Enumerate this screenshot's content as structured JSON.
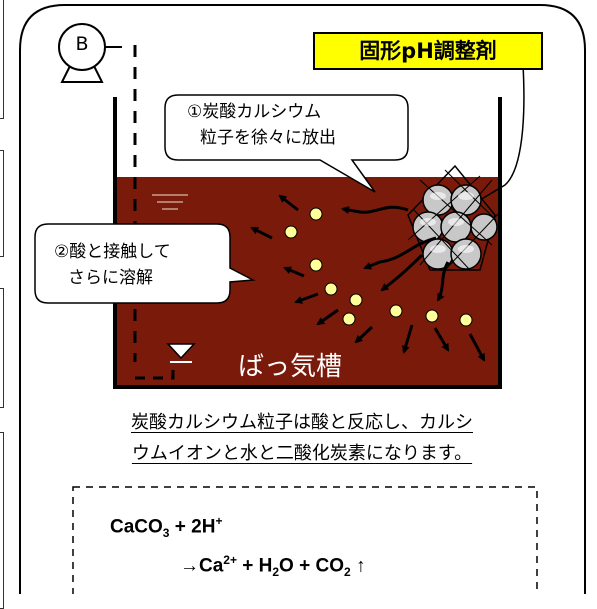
{
  "header": {
    "blower_letter": "B",
    "chemical_label": "固形pH調整剤"
  },
  "callouts": {
    "step1": {
      "line1": "①炭酸カルシウム",
      "line2": "粒子を徐々に放出"
    },
    "step2": {
      "line1": "②酸と接触して",
      "line2": "さらに溶解"
    }
  },
  "tank": {
    "label": "ばっ気槽",
    "liquid_color": "#7a1a0a"
  },
  "caption": {
    "line1": "炭酸カルシウム粒子は酸と反応し、カルシ",
    "line2": "ウムイオンと水と二酸化炭素になります。"
  },
  "equation": {
    "line1": {
      "ca": "CaCO",
      "sub3": "3",
      "plus": " + 2H",
      "sup_plus": "+"
    },
    "line2": {
      "arrow": "→Ca",
      "sup_ca": "2+",
      "h": " + H",
      "sub2": "2",
      "o": "O + CO",
      "sub2b": "2",
      "up": " ↑"
    }
  },
  "colors": {
    "label_bg": "#ffff00",
    "particle": "#ffff99",
    "ball": "#c8c8c8"
  }
}
